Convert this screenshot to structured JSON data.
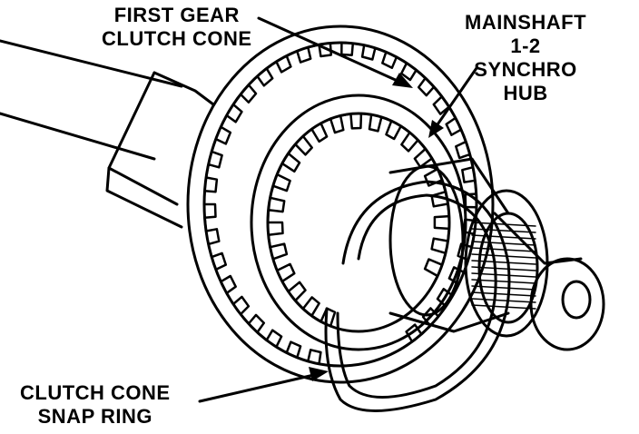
{
  "labels": {
    "first_gear_clutch_cone": [
      "FIRST GEAR",
      "CLUTCH CONE"
    ],
    "mainshaft_synchro_hub": [
      "MAINSHAFT",
      "1-2",
      "SYNCHRO",
      "HUB"
    ],
    "clutch_cone_snap_ring": [
      "CLUTCH CONE",
      "SNAP RING"
    ]
  },
  "colors": {
    "line": "#000000",
    "background": "#ffffff"
  }
}
